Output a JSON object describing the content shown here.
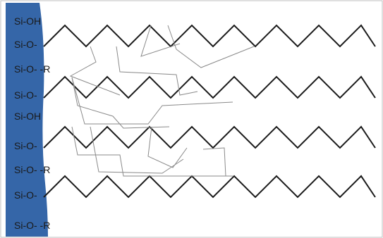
{
  "diagram": {
    "colors": {
      "silica_surface": "#3566a8",
      "chains": "#1a1a1a",
      "crosslinks": "#8a8a8a",
      "frame": "#bfbfbf",
      "background": "#ffffff"
    },
    "surface_groups": [
      {
        "label": "Si-OH",
        "kind": "silanol"
      },
      {
        "label": "Si-O-",
        "kind": "bonded"
      },
      {
        "label": "Si-O- -R",
        "kind": "endcapped"
      },
      {
        "label": "Si-O-",
        "kind": "bonded"
      },
      {
        "label": "Si-OH",
        "kind": "silanol"
      },
      {
        "label": "Si-O-",
        "kind": "bonded"
      },
      {
        "label": "Si-O- -R",
        "kind": "endcapped"
      },
      {
        "label": "Si-O-",
        "kind": "bonded"
      },
      {
        "label": "Si-O- -R",
        "kind": "endcapped"
      }
    ],
    "bonded_chains": 4
  }
}
